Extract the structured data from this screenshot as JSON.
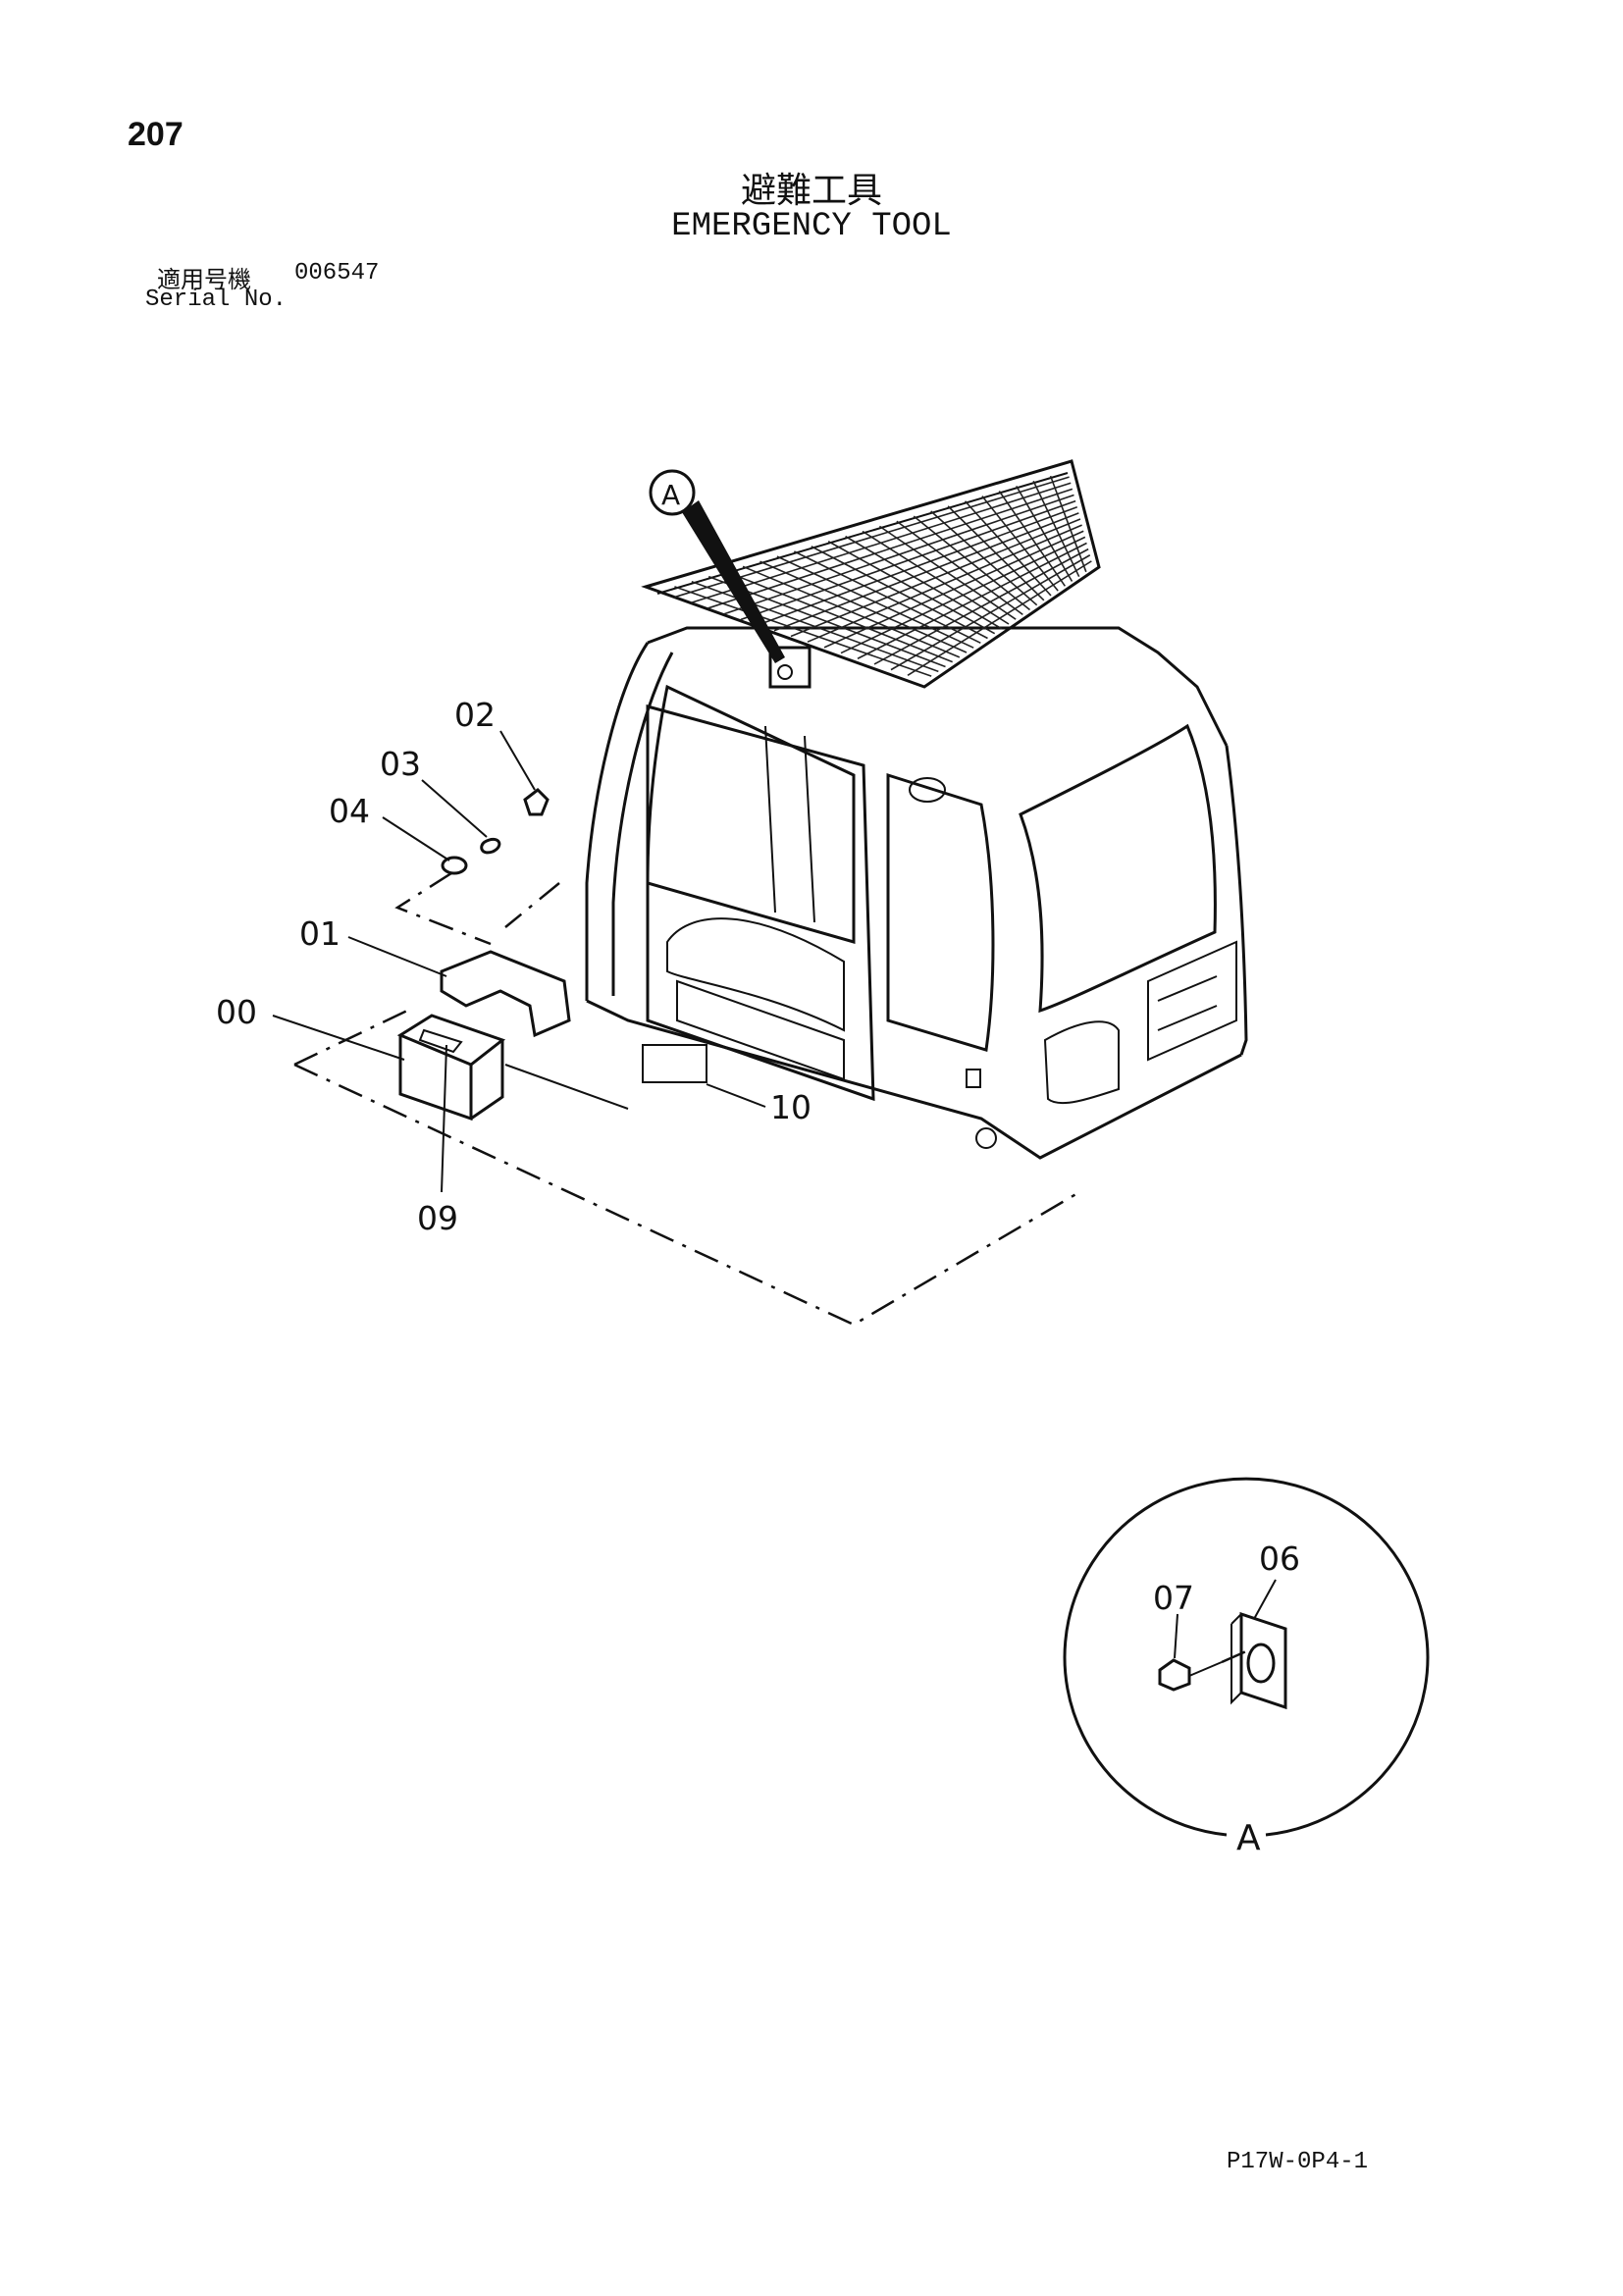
{
  "page": {
    "number": "207",
    "title_ja": "避難工具",
    "title_en": "EMERGENCY TOOL",
    "serial_label_ja": "適用号機",
    "serial_label_en": "Serial No.",
    "serial_value": "006547",
    "footer_code": "P17W-0P4-1"
  },
  "callouts": {
    "p00": "00",
    "p01": "01",
    "p02": "02",
    "p03": "03",
    "p04": "04",
    "p06": "06",
    "p07": "07",
    "p09": "09",
    "p10": "10",
    "detail_ref": "A",
    "detail_label": "A"
  }
}
